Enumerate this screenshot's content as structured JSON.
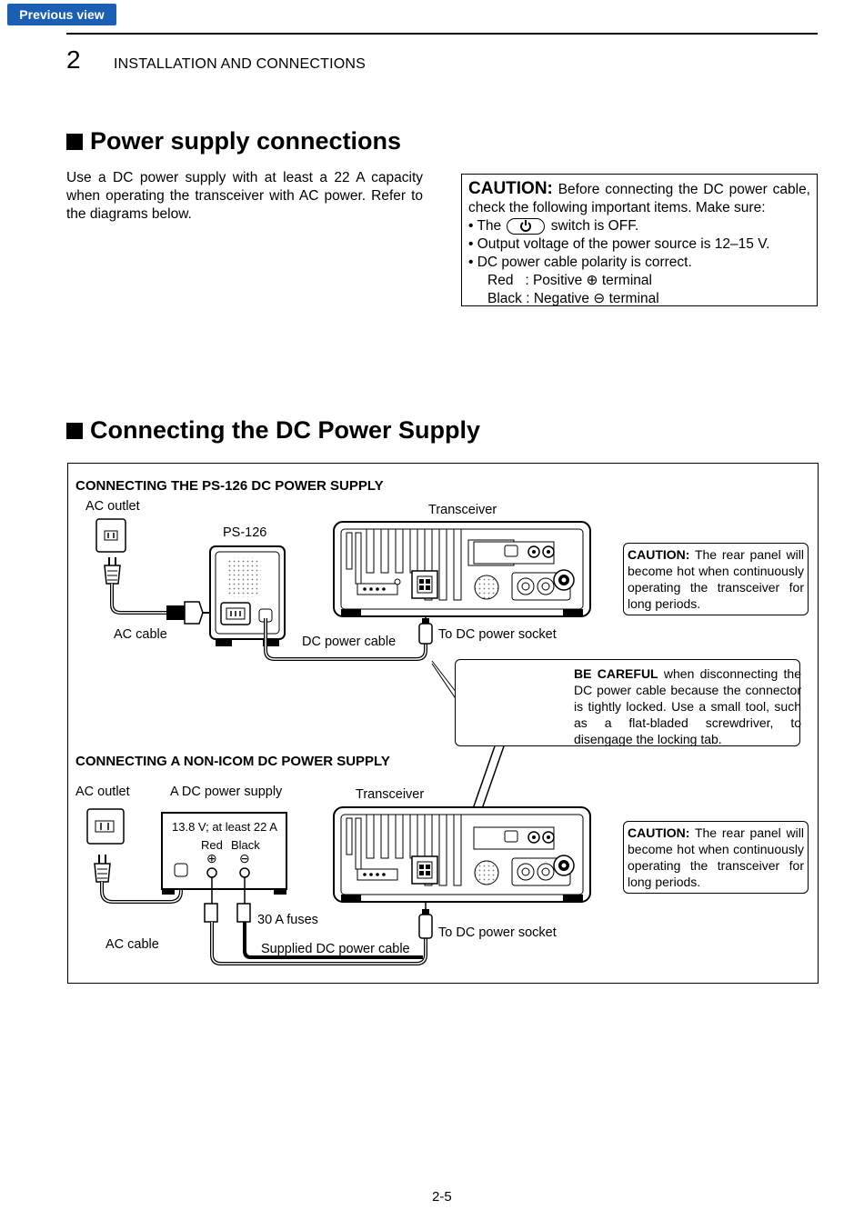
{
  "nav": {
    "previous_view": "Previous view"
  },
  "header": {
    "chapter_number": "2",
    "chapter_title": "INSTALLATION AND CONNECTIONS"
  },
  "section1": {
    "title": "Power supply connections",
    "intro": "Use a DC power supply with at least a 22 A capacity when operating the transceiver with AC power. Refer to the diagrams below.",
    "caution": {
      "label": "CAUTION:",
      "lead": "Before connecting the DC power cable, check the following important items. Make sure:",
      "item1_pre": "• The",
      "item1_post": "switch is OFF.",
      "item2": "• Output voltage of the power source is 12–15 V.",
      "item3": "• DC power cable polarity is correct.",
      "red_line": "Red   : Positive ⊕ terminal",
      "black_line": "Black : Negative ⊖ terminal"
    }
  },
  "section2": {
    "title": "Connecting the DC Power Supply",
    "diagram1": {
      "heading": "CONNECTING THE PS-126 DC POWER SUPPLY",
      "ac_outlet": "AC outlet",
      "ps_model": "PS-126",
      "transceiver": "Transceiver",
      "ac_cable": "AC cable",
      "dc_power_cable": "DC power cable",
      "to_dc_socket": "To DC power socket",
      "caution_label": "CAUTION:",
      "caution_text": "The rear panel will become hot when continuously operating the transceiver for long periods."
    },
    "careful": {
      "label": "BE CAREFUL",
      "text": "when disconnecting the DC power cable because the connector is tightly locked. Use a small tool, such as a flat-bladed screwdriver, to disengage the locking tab."
    },
    "diagram2": {
      "heading": "CONNECTING A NON-ICOM DC POWER SUPPLY",
      "ac_outlet": "AC outlet",
      "supply_label": "A DC power supply",
      "supply_rating": "13.8 V; at least 22 A",
      "red": "Red",
      "black": "Black",
      "transceiver": "Transceiver",
      "fuses": "30 A fuses",
      "ac_cable": "AC cable",
      "supplied_cable": "Supplied DC power cable",
      "to_dc_socket": "To DC power socket",
      "caution_label": "CAUTION:",
      "caution_text": "The rear panel will become hot when continuously operating the transceiver for long periods."
    }
  },
  "footer": {
    "page_number": "2-5"
  }
}
